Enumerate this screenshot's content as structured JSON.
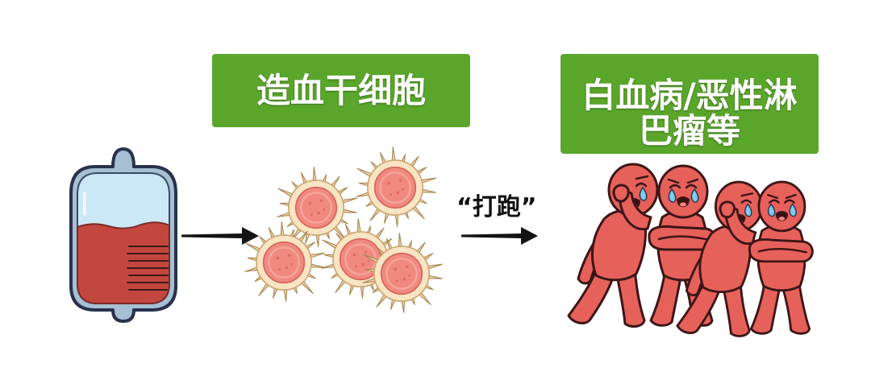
{
  "illustration": {
    "stem_cell_label": "造血干细胞",
    "disease_label_lines": [
      "白血病/恶性淋",
      "巴瘤等"
    ],
    "action_label": "“打跑”"
  },
  "icons": {
    "blood_bag": "blood-bag-icon",
    "stem_cell": "stem-cell-icon",
    "arrow": "arrow-right-icon",
    "figure": "crying-figure-icon"
  },
  "colors": {
    "label_background": "#5aa62b",
    "label_text": "#ffffff",
    "blood": "#c4473f",
    "cell_core": "#f08a80",
    "figure": "#e6615a"
  }
}
